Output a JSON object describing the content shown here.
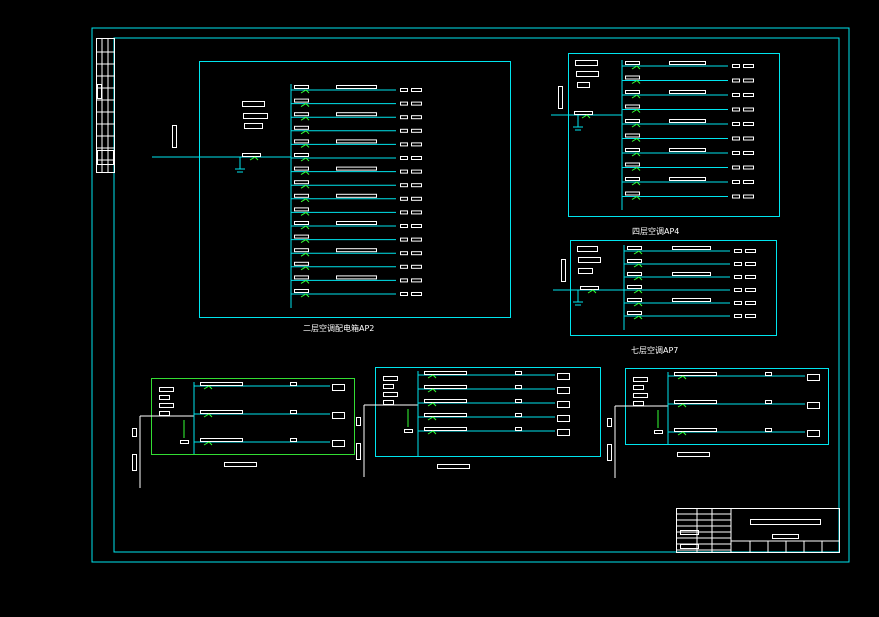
{
  "drawing": {
    "panels": [
      {
        "id": "ap2",
        "label": "二层空调配电箱AP2",
        "circuits": 16
      },
      {
        "id": "ap4",
        "label": "四层空调AP4",
        "circuits": 10
      },
      {
        "id": "ap7",
        "label": "七层空调AP7",
        "circuits": 6
      }
    ],
    "lower_panels": [
      {
        "id": "lower-1",
        "circuits": 3
      },
      {
        "id": "lower-2",
        "circuits": 5
      },
      {
        "id": "lower-3",
        "circuits": 3
      }
    ]
  },
  "colors": {
    "background": "#000000",
    "frame": "#00e5ee",
    "box": "#00e5ee",
    "box_green": "#33dd33",
    "wire": "#00e5ee",
    "breaker": "#33ff33",
    "text": "#ffffff"
  }
}
